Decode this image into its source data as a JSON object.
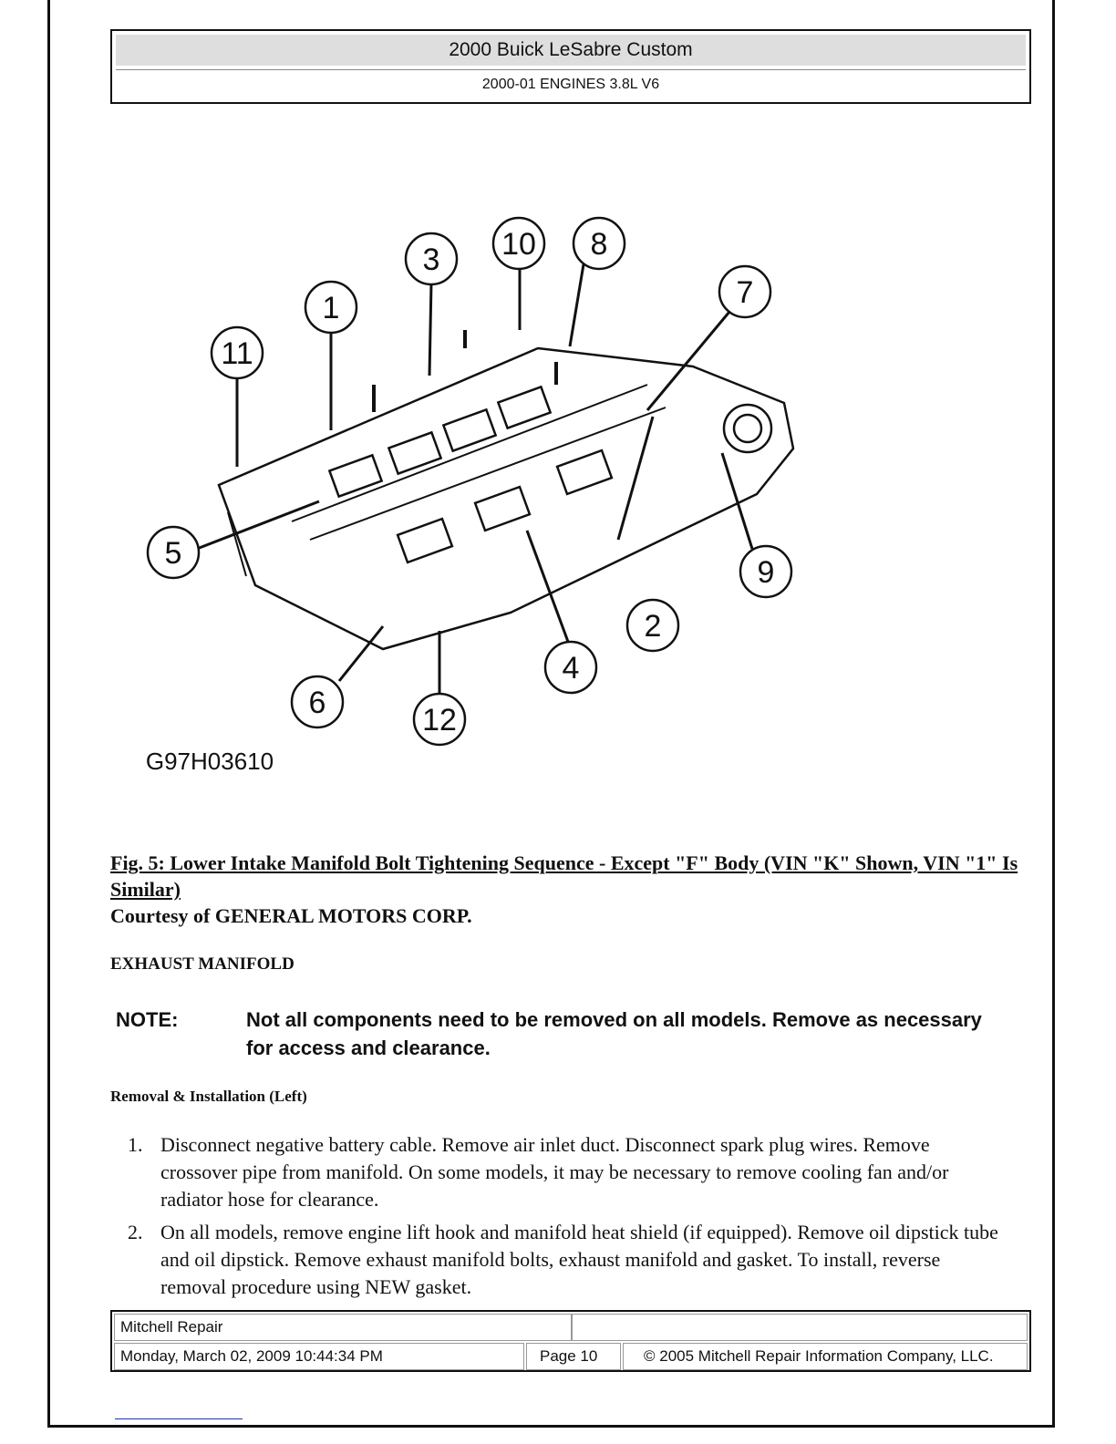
{
  "header": {
    "title": "2000 Buick LeSabre Custom",
    "subtitle": "2000-01 ENGINES 3.8L V6"
  },
  "figure": {
    "image_code": "G97H03610",
    "callouts": [
      "1",
      "2",
      "3",
      "4",
      "5",
      "6",
      "7",
      "8",
      "9",
      "10",
      "11",
      "12"
    ]
  },
  "caption": {
    "title": "Fig. 5: Lower Intake Manifold Bolt Tightening Sequence - Except \"F\" Body (VIN \"K\" Shown, VIN \"1\" Is Similar)",
    "courtesy": "Courtesy of GENERAL MOTORS CORP."
  },
  "section": {
    "heading": "EXHAUST MANIFOLD",
    "note_label": "NOTE:",
    "note_text": "Not all components need to be removed on all models. Remove as necessary for access and clearance.",
    "subheading": "Removal & Installation (Left)",
    "steps": [
      {
        "num": "1.",
        "text": "Disconnect negative battery cable. Remove air inlet duct. Disconnect spark plug wires. Remove crossover pipe from manifold. On some models, it may be necessary to remove cooling fan and/or radiator hose for clearance."
      },
      {
        "num": "2.",
        "text": "On all models, remove engine lift hook and manifold heat shield (if equipped). Remove oil dipstick tube and oil dipstick. Remove exhaust manifold bolts, exhaust manifold and gasket. To install, reverse removal procedure using NEW gasket."
      }
    ]
  },
  "footer": {
    "source": "Mitchell Repair",
    "datetime": "Monday, March 02, 2009 10:44:34 PM",
    "page": "Page 10",
    "copyright": "© 2005 Mitchell Repair Information Company, LLC."
  }
}
